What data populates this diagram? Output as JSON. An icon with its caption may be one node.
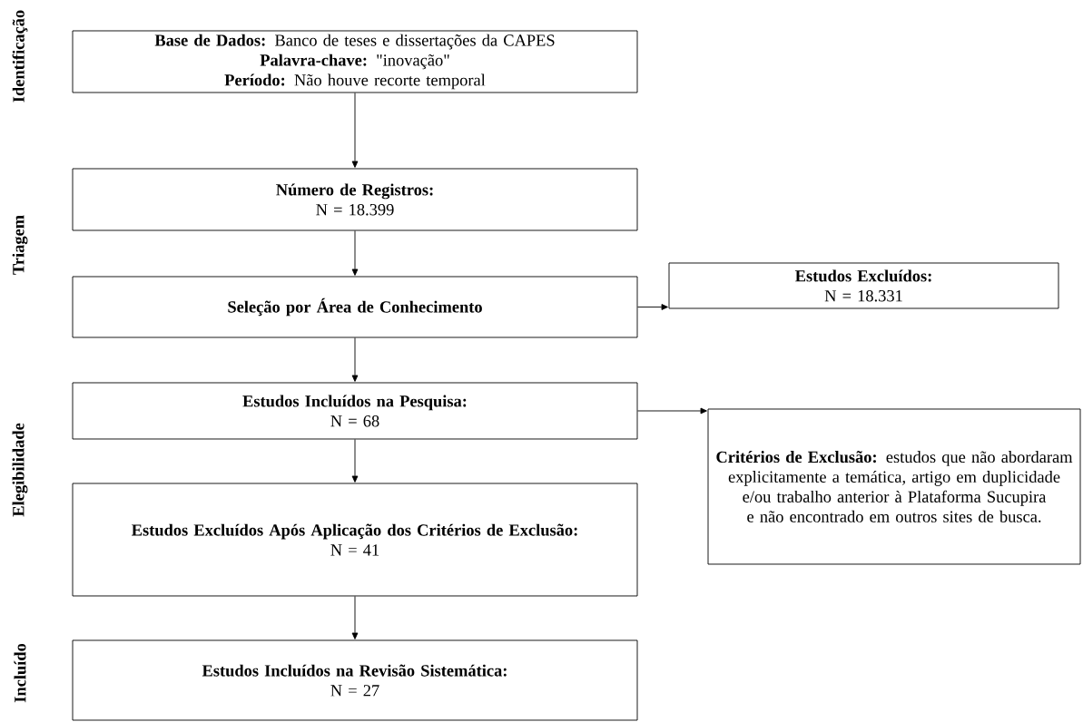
{
  "diagram": {
    "nodes": [
      {
        "text": [
          "**Base de Dados:** Banco de teses e dissertações da CAPES",
          "**Palavra-chave:** \"inovação\"",
          "**Período:** Não houve recorte temporal"
        ]
      },
      {
        "text": [
          "Número de Registros:",
          "N = 18.399"
        ]
      },
      {
        "text": [
          "Seleção por Área de Conhecimento"
        ]
      },
      {
        "text": [
          "Estudos Excluídos:",
          "N = 18.331"
        ]
      },
      {
        "text": [
          "Estudos Incluídos na Pesquisa:",
          "N = 68"
        ]
      },
      {
        "text": [
          "**Critérios de Exclusão:** estudos que não abordaram explicitamente a temática, artigo em duplicidade e/ou trabalho anterior à Plataforma Sucupira e não encontrado em outros sites de busca."
        ]
      },
      {
        "text": [
          "Estudos Excluídos Após Aplicação dos Critérios de Exclusão:",
          "N = 41"
        ]
      },
      {
        "text": [
          "Estudos Incluídos na Revisão Sistemática:",
          "N = 27"
        ]
      }
    ],
    "edges": [
      {
        "from": 0,
        "to": 1,
        "arrow": "to"
      },
      {
        "from": 1,
        "to": 2,
        "arrow": "to"
      },
      {
        "from": 2,
        "to": 3,
        "arrow": "to"
      },
      {
        "from": 2,
        "to": 4,
        "arrow": "to"
      },
      {
        "from": 4,
        "to": 6,
        "arrow": "to"
      },
      {
        "from": 4,
        "to": 5,
        "arrow": "to"
      },
      {
        "from": 6,
        "to": 7,
        "arrow": "to"
      }
    ],
    "labels": [
      "Identificação",
      "Triagem",
      "Elegibilidade",
      "Incluído"
    ]
  }
}
